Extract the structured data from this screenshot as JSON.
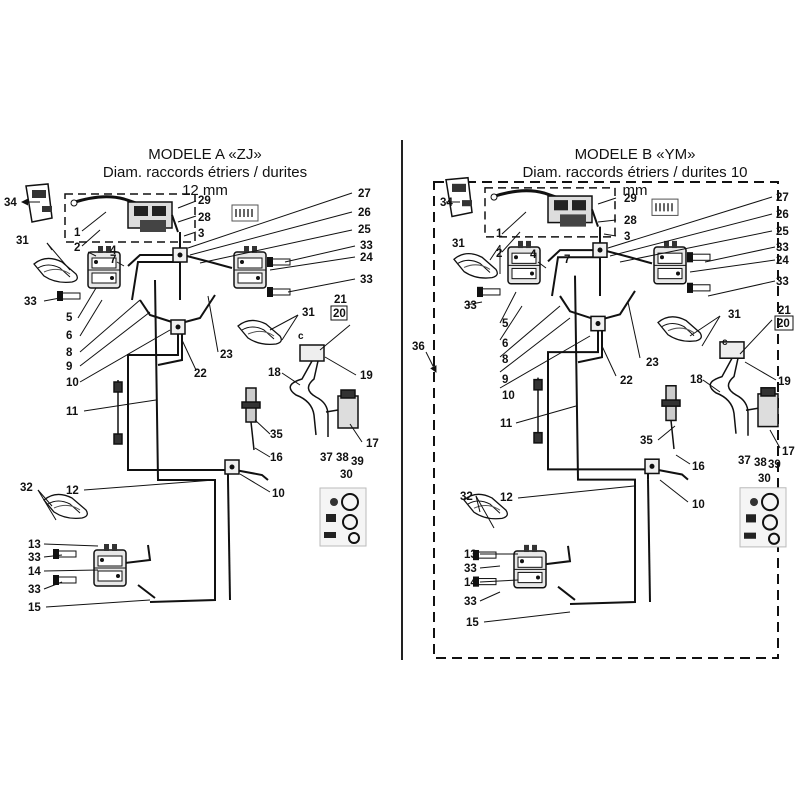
{
  "model_a": {
    "title": "MODELE A «ZJ»",
    "subtitle": "Diam. raccords étriers / durites 12 mm"
  },
  "model_b": {
    "title": "MODELE B «YM»",
    "subtitle": "Diam. raccords étriers / durites 10 mm"
  },
  "callouts_a": [
    "34",
    "29",
    "28",
    "3",
    "27",
    "26",
    "25",
    "33",
    "24",
    "33",
    "31",
    "1",
    "2",
    "4",
    "7",
    "33",
    "5",
    "6",
    "8",
    "9",
    "10",
    "22",
    "23",
    "31",
    "21",
    "20",
    "c",
    "19",
    "18",
    "17",
    "37",
    "38",
    "39",
    "30",
    "35",
    "16",
    "11",
    "10",
    "12",
    "32",
    "13",
    "33",
    "14",
    "33",
    "15"
  ],
  "callouts_b": [
    "36",
    "34",
    "29",
    "28",
    "3",
    "27",
    "26",
    "25",
    "33",
    "24",
    "33",
    "31",
    "1",
    "2",
    "4",
    "7",
    "33",
    "5",
    "6",
    "8",
    "9",
    "10",
    "22",
    "23",
    "31",
    "21",
    "20",
    "c",
    "19",
    "18",
    "17",
    "37",
    "38",
    "39",
    "30",
    "35",
    "16",
    "11",
    "10",
    "12",
    "32",
    "13",
    "33",
    "14",
    "33",
    "15"
  ]
}
